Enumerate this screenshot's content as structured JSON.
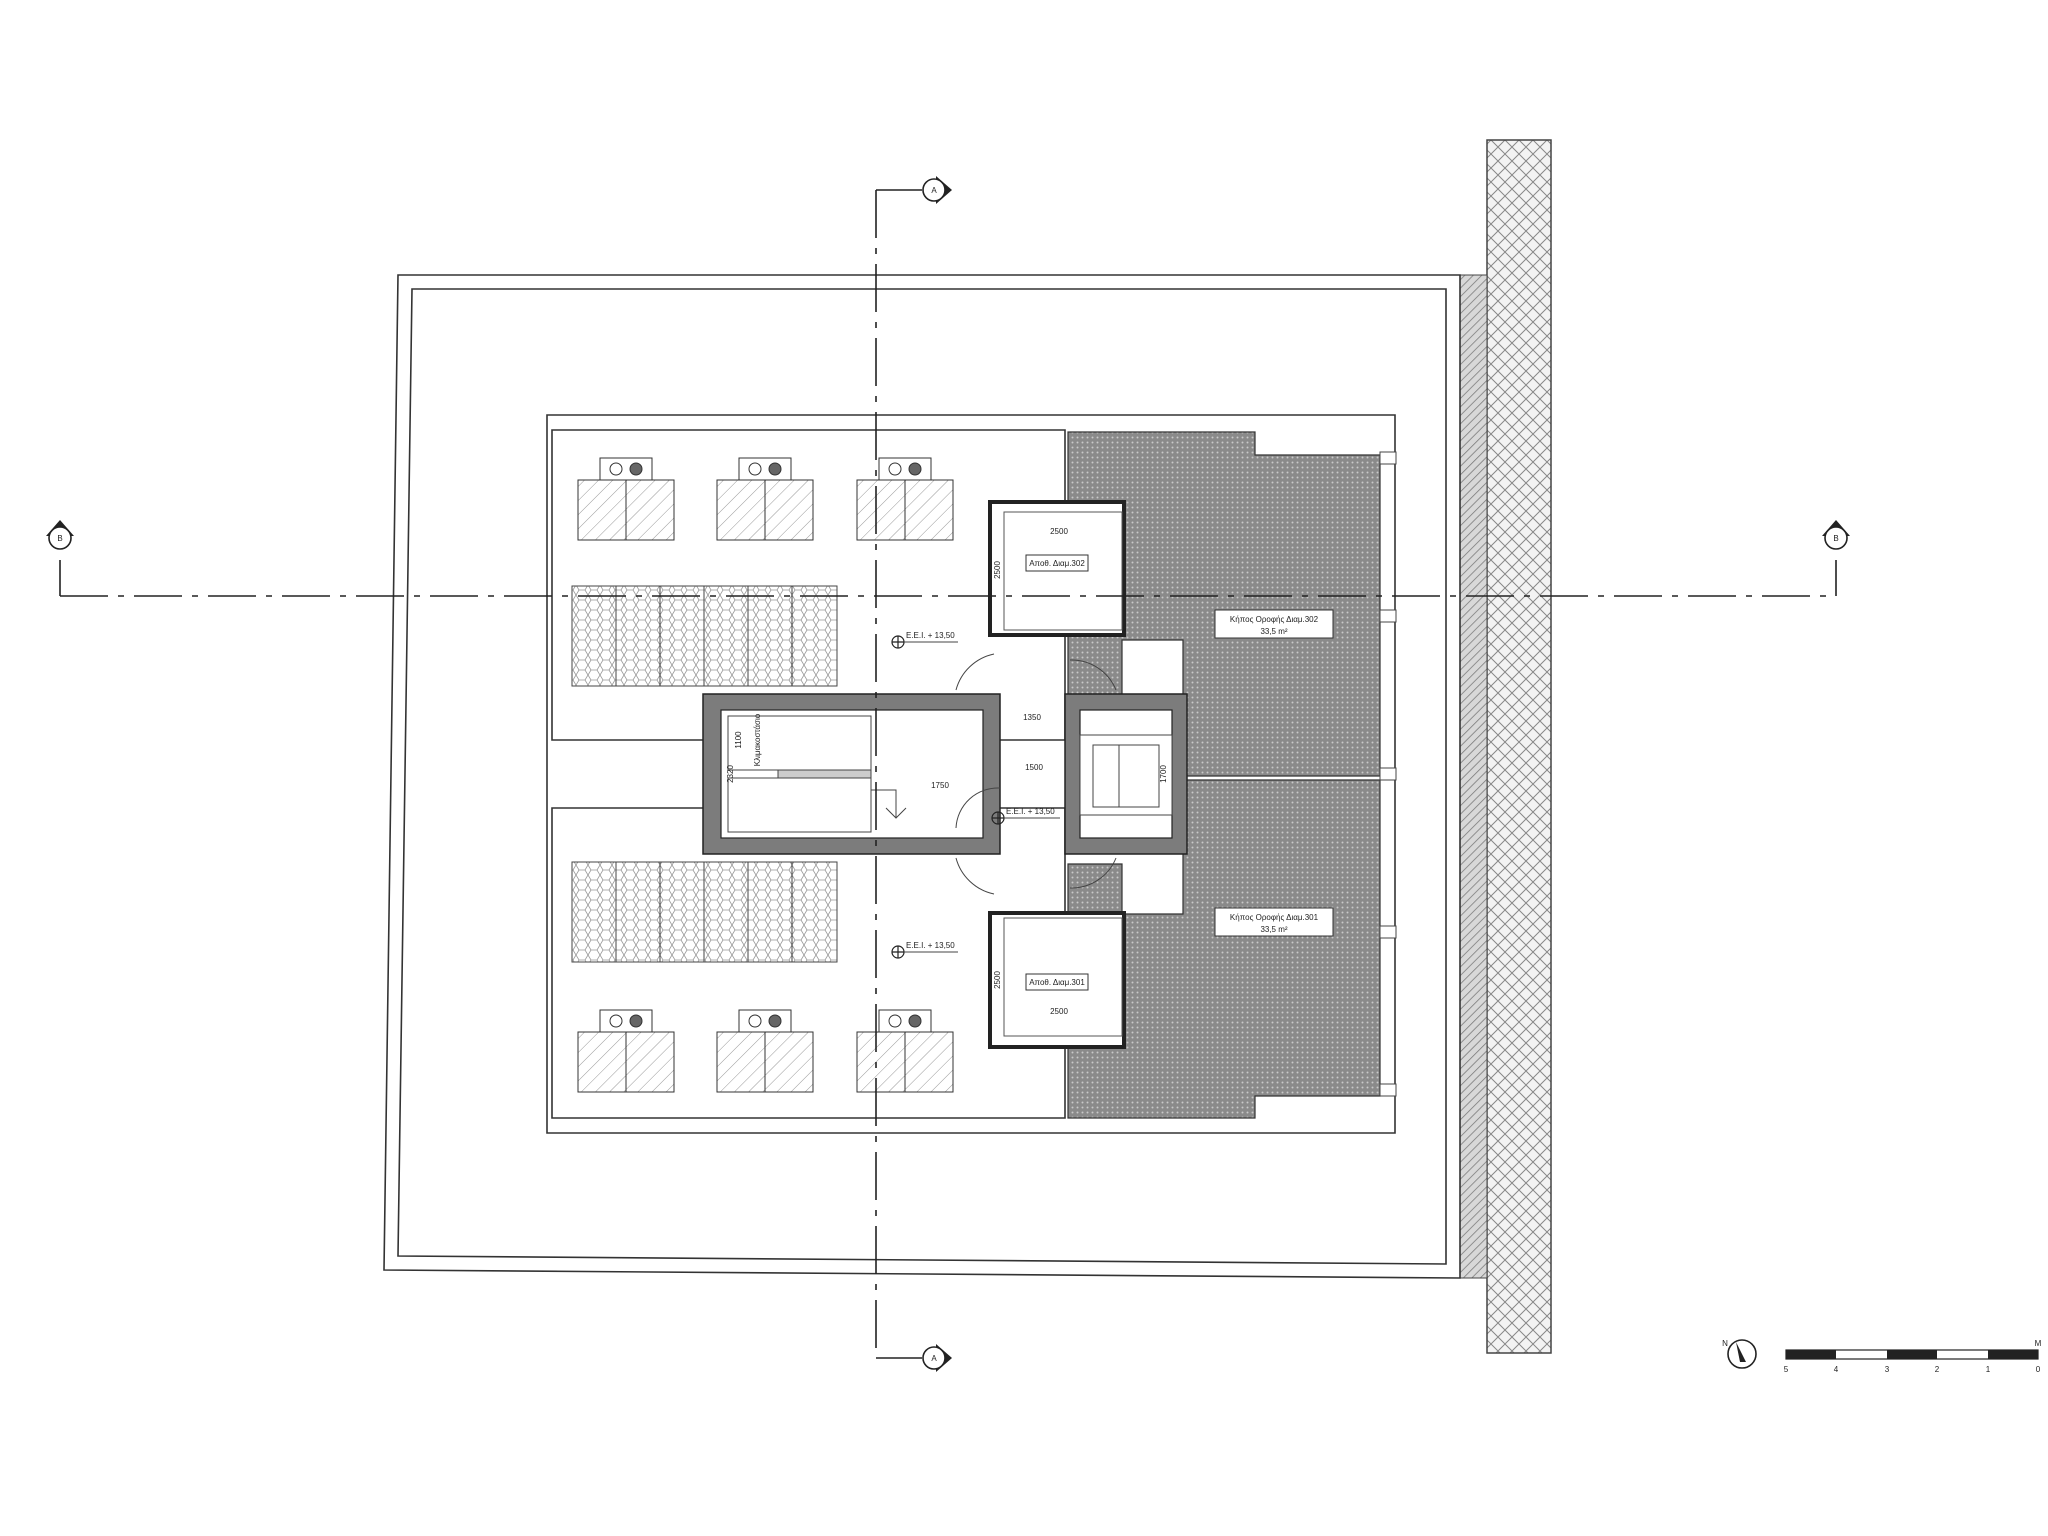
{
  "section_markers": {
    "a": "A",
    "b": "B"
  },
  "dimensions": {
    "storage_top_width": "2500",
    "storage_top_depth": "2500",
    "storage_bottom_width": "2500",
    "storage_bottom_depth": "2500",
    "corridor_top": "1350",
    "corridor_mid": "1500",
    "stair_width": "1750",
    "stair_depth": "2320",
    "stair_run": "1100",
    "lift_depth": "1700"
  },
  "rooms": {
    "storage_302": "Αποθ. Διαμ.302",
    "storage_301": "Αποθ. Διαμ.301",
    "roof_garden_302": "Κήπος Οροφής Διαμ.302",
    "roof_garden_302_area": "33,5 m²",
    "roof_garden_301": "Κήπος Οροφής Διαμ.301",
    "roof_garden_301_area": "33,5 m²",
    "stair_label": "Κλιμακοστάσιο"
  },
  "levels": {
    "top_left": "Ε.Ε.Ι. + 13,50",
    "center": "Ε.Ε.Ι. + 13,50",
    "bottom_left": "Ε.Ε.Ι. + 13,50"
  },
  "north": {
    "label": "N"
  },
  "scale_bar": {
    "unit": "M",
    "ticks": [
      "5",
      "4",
      "3",
      "2",
      "1",
      "0"
    ]
  },
  "colors": {
    "wall": "#7c7c7c",
    "line": "#333333",
    "hatch": "#9a9a9a"
  }
}
